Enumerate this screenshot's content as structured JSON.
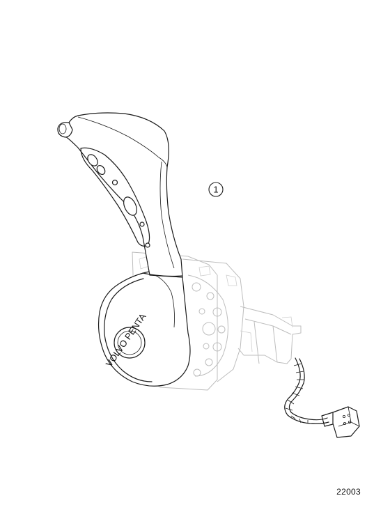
{
  "callout": {
    "number": "1"
  },
  "figure": {
    "number": "22003"
  },
  "logo": {
    "text": "VOLVO PENTA"
  }
}
